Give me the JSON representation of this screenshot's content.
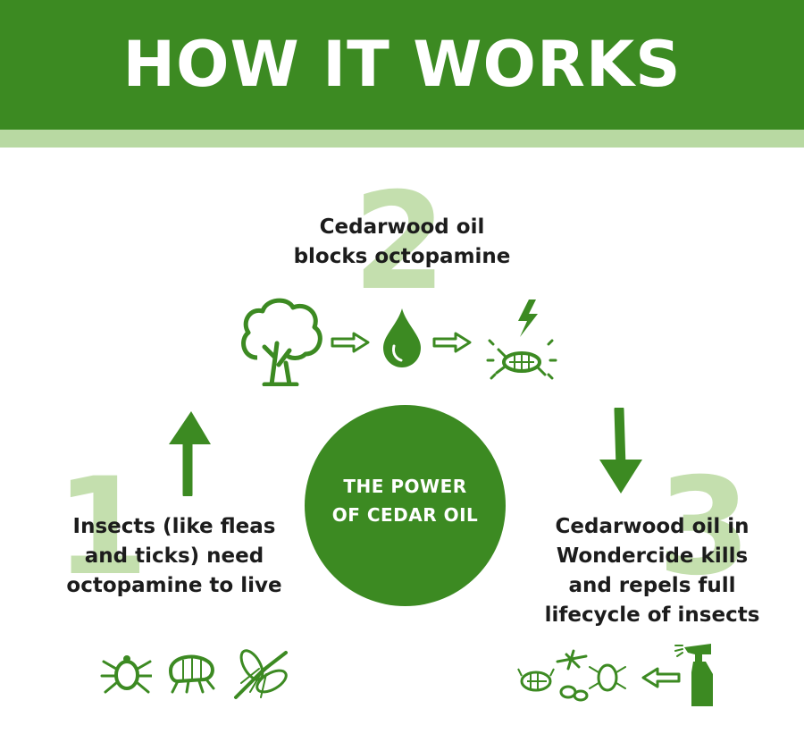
{
  "header": {
    "title": "HOW IT WORKS"
  },
  "colors": {
    "brand_green": "#3c8a22",
    "light_green": "#b8d9a2",
    "number_green": "#c4dfae",
    "text_dark": "#1c1c1c"
  },
  "center": {
    "line1": "THE POWER",
    "line2": "OF CEDAR OIL"
  },
  "steps": [
    {
      "number": "1",
      "lines": [
        "Insects (like fleas",
        "and ticks) need",
        "octopamine to live"
      ],
      "icons": [
        "tick-icon",
        "flea-icon",
        "mosquito-icon"
      ]
    },
    {
      "number": "2",
      "lines": [
        "Cedarwood oil",
        "blocks octopamine"
      ],
      "icons": [
        "tree-icon",
        "arrow-right-icon",
        "oil-drop-icon",
        "arrow-right-icon",
        "zapped-insect-icon"
      ]
    },
    {
      "number": "3",
      "lines": [
        "Cedarwood oil in",
        "Wondercide kills",
        "and repels full",
        "lifecycle of insects"
      ],
      "icons": [
        "insects-lifecycle-icon",
        "arrow-left-icon",
        "spray-bottle-icon"
      ]
    }
  ]
}
